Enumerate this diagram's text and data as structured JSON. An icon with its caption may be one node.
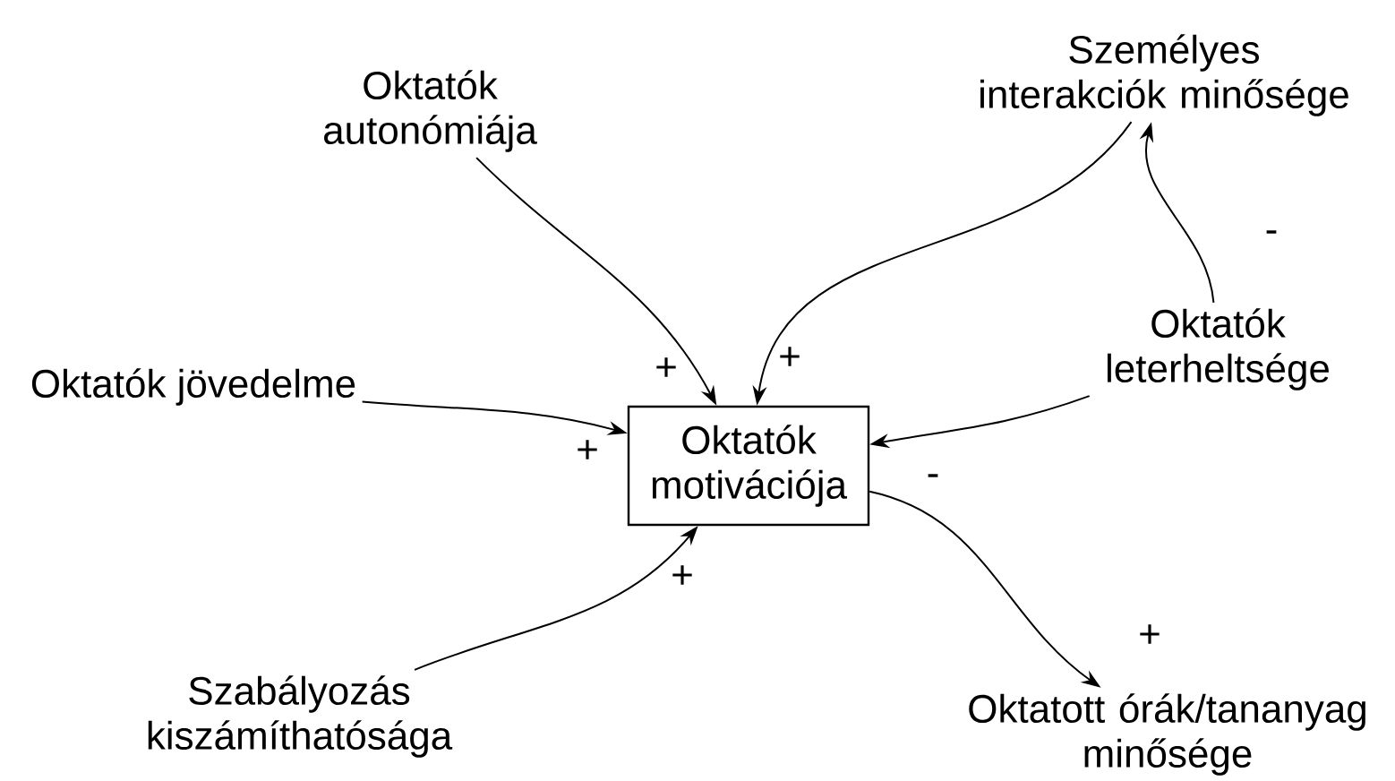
{
  "diagram": {
    "nodes": [
      {
        "text": [
          "Oktatók autonómiája"
        ]
      },
      {
        "text": [
          "Személyes interakciók minősége"
        ]
      },
      {
        "text": [
          "Oktatók jövedelme"
        ]
      },
      {
        "text": [
          "Oktatók motivációja"
        ]
      },
      {
        "text": [
          "Oktatók leterheltsége"
        ]
      },
      {
        "text": [
          "Szabályozás kiszámíthatósága"
        ]
      },
      {
        "text": [
          "Oktatott órák/tananyag minősége"
        ]
      }
    ],
    "edges": [
      {
        "from": 0,
        "to": 3,
        "arrow": "to",
        "label": "+"
      },
      {
        "from": 1,
        "to": 3,
        "arrow": "to",
        "label": "+"
      },
      {
        "from": 2,
        "to": 3,
        "arrow": "to",
        "label": "+"
      },
      {
        "from": 4,
        "to": 3,
        "arrow": "to",
        "label": "-"
      },
      {
        "from": 4,
        "to": 1,
        "arrow": "to",
        "label": "-"
      },
      {
        "from": 5,
        "to": 3,
        "arrow": "to",
        "label": "+"
      },
      {
        "from": 3,
        "to": 6,
        "arrow": "to",
        "label": "+"
      }
    ]
  }
}
